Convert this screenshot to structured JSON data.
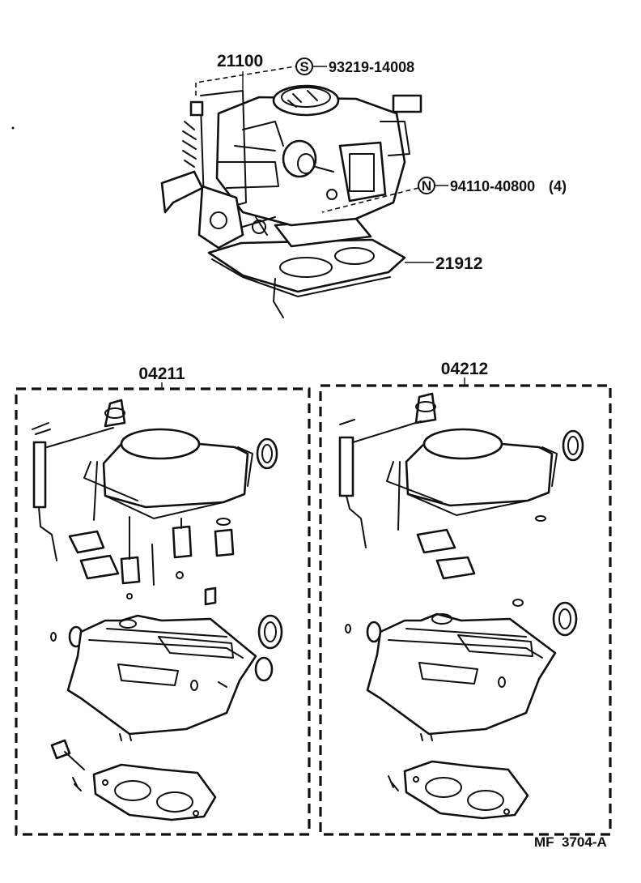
{
  "diagram": {
    "assembly_callout": "21100",
    "screw_symbol": "S",
    "screw_part": "93219-14008",
    "nut_symbol": "N",
    "nut_part": "94110-40800",
    "nut_qty": "(4)",
    "insulator_part": "21912",
    "kit_left": "04211",
    "kit_right": "04212",
    "footer_code": "MF",
    "footer_ref": "3704-A"
  }
}
